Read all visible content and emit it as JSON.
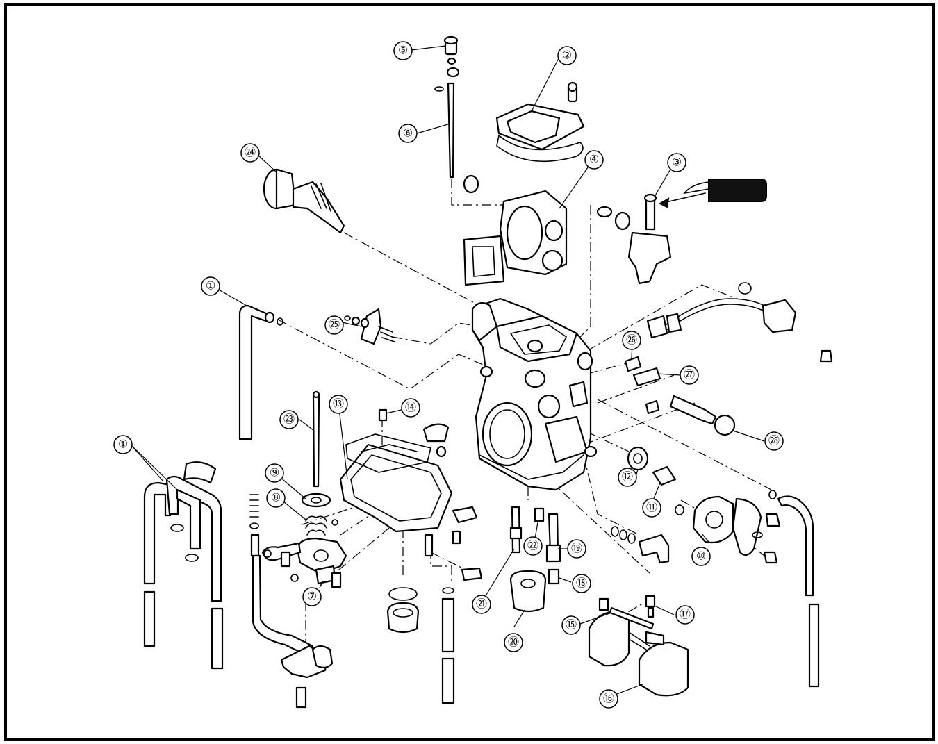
{
  "callouts": [
    {
      "id": "c1a",
      "label": "①"
    },
    {
      "id": "c1b",
      "label": "①"
    },
    {
      "id": "c2",
      "label": "②"
    },
    {
      "id": "c3",
      "label": "③"
    },
    {
      "id": "c4",
      "label": "④"
    },
    {
      "id": "c5",
      "label": "⑤"
    },
    {
      "id": "c6",
      "label": "⑥"
    },
    {
      "id": "c7",
      "label": "⑦"
    },
    {
      "id": "c8",
      "label": "⑧"
    },
    {
      "id": "c9",
      "label": "⑨"
    },
    {
      "id": "c10",
      "label": "⑩"
    },
    {
      "id": "c11",
      "label": "⑪"
    },
    {
      "id": "c12",
      "label": "⑫"
    },
    {
      "id": "c13",
      "label": "⑬"
    },
    {
      "id": "c14",
      "label": "⑭"
    },
    {
      "id": "c15",
      "label": "⑮"
    },
    {
      "id": "c16",
      "label": "⑯"
    },
    {
      "id": "c17",
      "label": "⑰"
    },
    {
      "id": "c18",
      "label": "⑱"
    },
    {
      "id": "c19",
      "label": "⑲"
    },
    {
      "id": "c20",
      "label": "⑳"
    },
    {
      "id": "c21",
      "label": "㉑"
    },
    {
      "id": "c22",
      "label": "㉒"
    },
    {
      "id": "c23",
      "label": "㉓"
    },
    {
      "id": "c24",
      "label": "㉔"
    },
    {
      "id": "c25",
      "label": "㉕"
    },
    {
      "id": "c26",
      "label": "㉖"
    },
    {
      "id": "c27",
      "label": "㉗"
    },
    {
      "id": "c28",
      "label": "㉘"
    }
  ],
  "icons": {
    "applicator": "lubricant-tube-icon"
  },
  "colors": {
    "line": "#000000",
    "background": "#ffffff"
  }
}
